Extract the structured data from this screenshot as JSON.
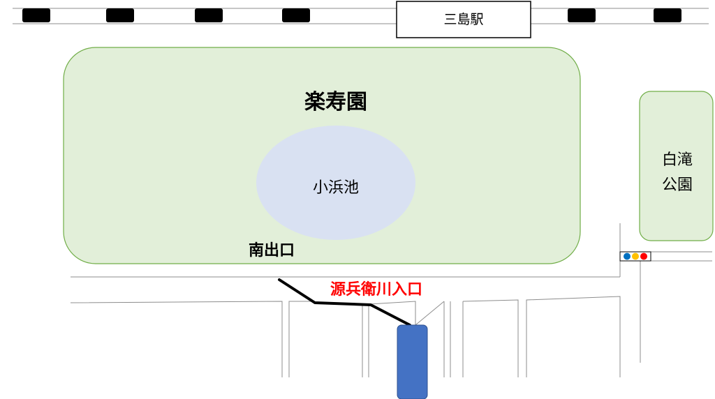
{
  "map": {
    "station": {
      "label": "三島駅"
    },
    "park_rakujuen": {
      "label": "楽寿園",
      "fill": "#e2efd9",
      "stroke": "#70ad47"
    },
    "pond": {
      "label": "小浜池",
      "fill": "#d9e1f2"
    },
    "shirataki_park": {
      "label_line1": "白滝",
      "label_line2": "公園",
      "fill": "#e2efd9",
      "stroke": "#70ad47"
    },
    "south_exit": {
      "label": "南出口"
    },
    "entrance": {
      "label": "源兵衛川入口",
      "color": "#ff0000"
    },
    "river_marker": {
      "fill": "#4472c4"
    },
    "traffic_light": {
      "colors": [
        "#0070c0",
        "#ffc000",
        "#ff0000"
      ]
    }
  }
}
